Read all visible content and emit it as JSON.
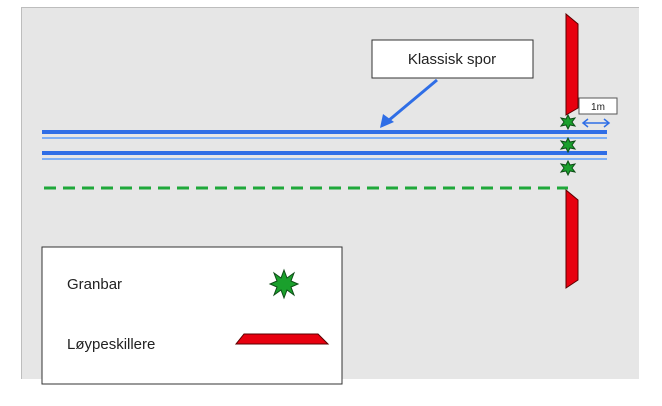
{
  "diagram": {
    "callout_label": "Klassisk spor",
    "distance_label": "1m",
    "legend": {
      "granbar_label": "Granbar",
      "loypeskillere_label": "Løypeskillere"
    },
    "colors": {
      "background": "#e6e6e6",
      "track_line": "#2f6ee6",
      "track_line_light": "#7fb0f5",
      "dashed_line": "#1fa83a",
      "divider": "#e8000f",
      "granbar": "#1aa02c",
      "arrow": "#2f6ee6"
    },
    "icons": {
      "granbar": "spruce-branch-icon",
      "divider": "course-divider-icon"
    }
  }
}
